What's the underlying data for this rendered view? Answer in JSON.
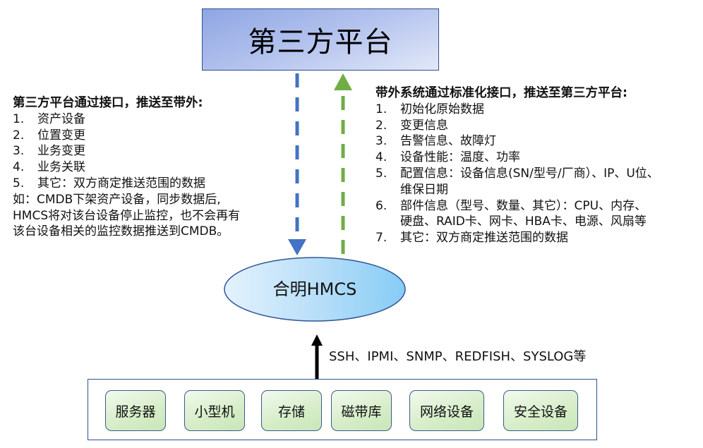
{
  "top_box": {
    "label": "第三方平台"
  },
  "left_text": {
    "heading": "第三方平台通过接口，推送至带外:",
    "items": [
      {
        "num": "1.",
        "text": "资产设备"
      },
      {
        "num": "2.",
        "text": "位置变更"
      },
      {
        "num": "3.",
        "text": "业务变更"
      },
      {
        "num": "4.",
        "text": "业务关联"
      },
      {
        "num": "5.",
        "text": "其它：双方商定推送范围的数据"
      }
    ],
    "note_lines": [
      "如：CMDB下架资产设备，同步数据后,",
      "HMCS将对该台设备停止监控，也不会再有",
      "该台设备相关的监控数据推送到CMDB。"
    ]
  },
  "right_text": {
    "heading": "带外系统通过标准化接口，推送至第三方平台:",
    "items": [
      {
        "num": "1.",
        "lines": [
          "初始化原始数据"
        ]
      },
      {
        "num": "2.",
        "lines": [
          "变更信息"
        ]
      },
      {
        "num": "3.",
        "lines": [
          "告警信息、故障灯"
        ]
      },
      {
        "num": "4.",
        "lines": [
          "设备性能：温度、功率"
        ]
      },
      {
        "num": "5.",
        "lines": [
          "配置信息：设备信息(SN/型号/厂商）、IP、U位、",
          "维保日期"
        ]
      },
      {
        "num": "6.",
        "lines": [
          "部件信息（型号、数量、其它）：CPU、内存、",
          "硬盘、RAID卡、网卡、HBA卡、电源、风扇等"
        ]
      },
      {
        "num": "7.",
        "lines": [
          "其它：双方商定推送范围的数据"
        ]
      }
    ]
  },
  "center_node": {
    "label": "合明HMCS"
  },
  "protocols_label": "SSH、IPMI、SNMP、REDFISH、SYSLOG等",
  "devices": [
    {
      "label": "服务器"
    },
    {
      "label": "小型机"
    },
    {
      "label": "存储"
    },
    {
      "label": "磁带库"
    },
    {
      "label": "网络设备"
    },
    {
      "label": "安全设备"
    }
  ],
  "colors": {
    "down_arrow": "#4472C4",
    "up_arrow": "#70AD47",
    "protocol_arrow": "#000000",
    "box_border": "#2F4F8F"
  }
}
